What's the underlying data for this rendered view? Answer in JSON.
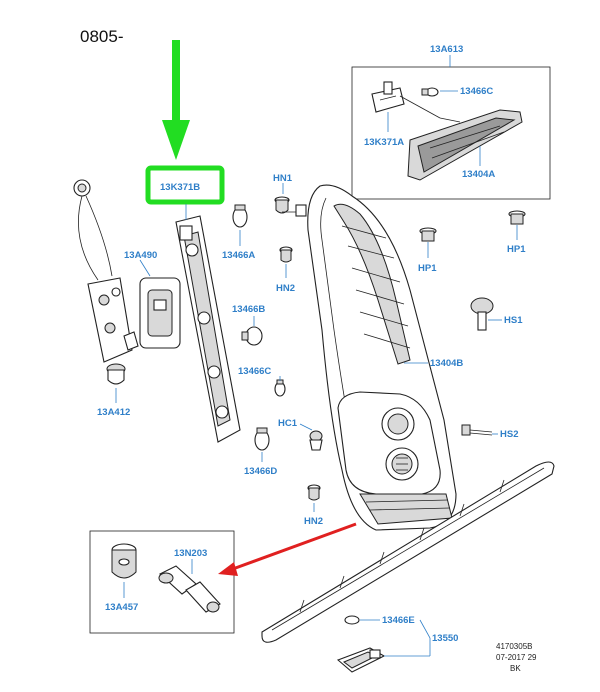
{
  "diagram": {
    "code": "0805-",
    "highlighted_part": "13K371B",
    "accent_color": "#2f7fc8",
    "highlight_color": "#22dd22",
    "arrow_color": "#e02020",
    "labels": {
      "p13A613": "13A613",
      "p13466C_top": "13466C",
      "p13K371A": "13K371A",
      "p13404A": "13404A",
      "hp1_right": "HP1",
      "hp1_left": "HP1",
      "hn1": "HN1",
      "hn2_top": "HN2",
      "p13466A": "13466A",
      "p13A490": "13A490",
      "p13466B": "13466B",
      "p13466C_mid": "13466C",
      "hc1": "HC1",
      "p13466D": "13466D",
      "hn2_bottom": "HN2",
      "p13A412": "13A412",
      "p13404B": "13404B",
      "hs1": "HS1",
      "hs2": "HS2",
      "p13N203": "13N203",
      "p13A457": "13A457",
      "p13466E": "13466E",
      "p13550": "13550"
    },
    "reference": {
      "line1": "4170305B",
      "line2": "07-2017 29",
      "line3": "BK"
    }
  }
}
